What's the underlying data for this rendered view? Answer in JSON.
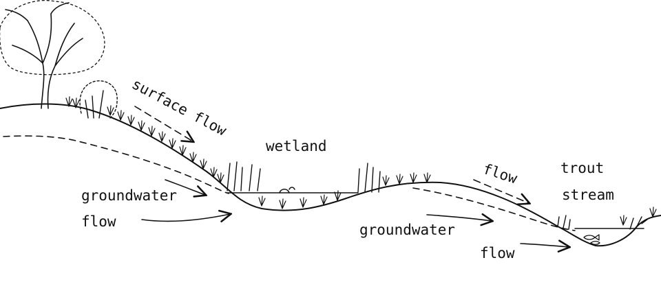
{
  "labels": {
    "surface_flow": "surface flow",
    "wetland": "wetland",
    "flow_right": "flow",
    "trout": "trout",
    "stream": "stream",
    "groundwater_left": "groundwater",
    "flow_left": "flow",
    "groundwater_mid": "groundwater",
    "flow_bottom": "flow"
  },
  "colors": {
    "ink": "#111111",
    "background": "#ffffff"
  },
  "icons": [
    "tree-icon",
    "shrub-icon",
    "grass-icon",
    "cattail-icon",
    "duck-icon",
    "fish-icon",
    "arrow-icon"
  ]
}
